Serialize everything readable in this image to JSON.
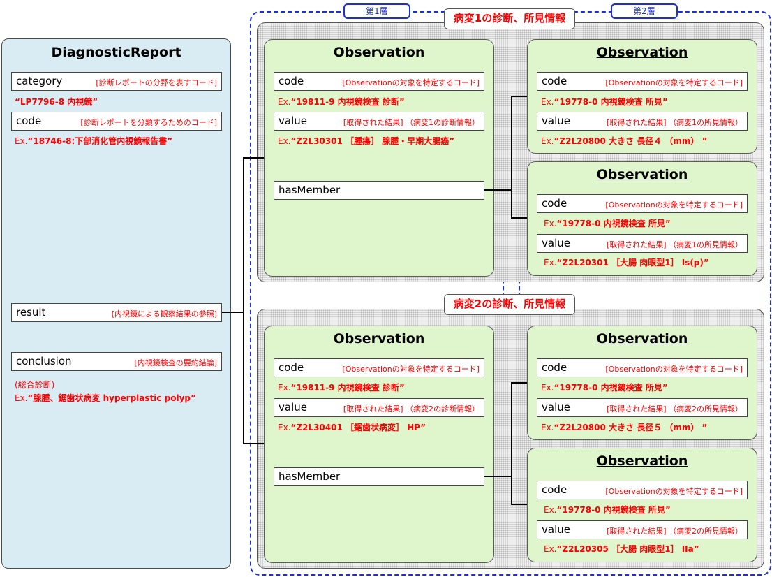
{
  "diagnostic_report": {
    "title": "DiagnosticReport",
    "category": {
      "name": "category",
      "desc": "[診断レポートの分野を表すコード]",
      "example": "“LP7796-8  内視鏡”"
    },
    "code": {
      "name": "code",
      "desc": "[診断レポートを分類するためのコード]",
      "ex_prefix": "Ex.",
      "example": "“18746-8:下部消化管内視鏡報告書”"
    },
    "result": {
      "name": "result",
      "desc": "[内視鏡による観察結果の参照]"
    },
    "conclusion": {
      "name": "conclusion",
      "desc": "[内視鏡検査の要約結論]",
      "note": "(総合診断)",
      "ex_prefix": "Ex.",
      "example": "“腺腫、鋸歯状病変 hyperplastic polyp”"
    }
  },
  "layers": {
    "layer1": "第1層",
    "layer2": "第2層"
  },
  "groups": {
    "lesion1": "病変1の診断、所見情報",
    "lesion2": "病変2の診断、所見情報"
  },
  "obs_title": "Observation",
  "labels": {
    "code": "code",
    "value": "value",
    "has_member": "hasMember",
    "code_desc": "[Observationの対象を特定するコード]",
    "ex_prefix": "Ex."
  },
  "l1_obs1": {
    "code_ex": "“19811-9  内視鏡検査 診断”",
    "value_desc": "[取得された結果] （病変1の診断情報）",
    "value_ex": "“Z2L30301 ［腫瘍］ 腺腫・早期大腸癌”"
  },
  "l1_obs2": {
    "code_ex": "“19811-9  内視鏡検査 診断”",
    "value_desc": "[取得された結果] （病変2の診断情報）",
    "value_ex": "“Z2L30401 ［鋸歯状病変］ HP”"
  },
  "l2_obs1": {
    "code_ex": "“19778-0  内視鏡検査 所見”",
    "value_desc": "[取得された結果] （病変1の所見情報）",
    "value_ex": "“Z2L20800  大きさ  長径４ （mm） ”"
  },
  "l2_obs2": {
    "code_ex": "“19778-0  内視鏡検査 所見”",
    "value_desc": "[取得された結果] （病変1の所見情報）",
    "value_ex": "“Z2L20301 ［大腸 肉眼型1］ Is(p)”"
  },
  "l2_obs3": {
    "code_ex": "“19778-0  内視鏡検査 所見”",
    "value_desc": "[取得された結果] （病変2の所見情報）",
    "value_ex": "“Z2L20800  大きさ 長径５ （mm） ”"
  },
  "l2_obs4": {
    "code_ex": "“19778-0  内視鏡検査 所見”",
    "value_desc": "[取得された結果] （病変2の所見情報）",
    "value_ex": "“Z2L20305 ［大腸 肉眼型1］ IIa”"
  },
  "colors": {
    "panel_bg": "#d9ebf3",
    "obs_bg": "#dff5cc",
    "accent_red": "#ff0000",
    "layer_blue": "#1a2fd8"
  }
}
